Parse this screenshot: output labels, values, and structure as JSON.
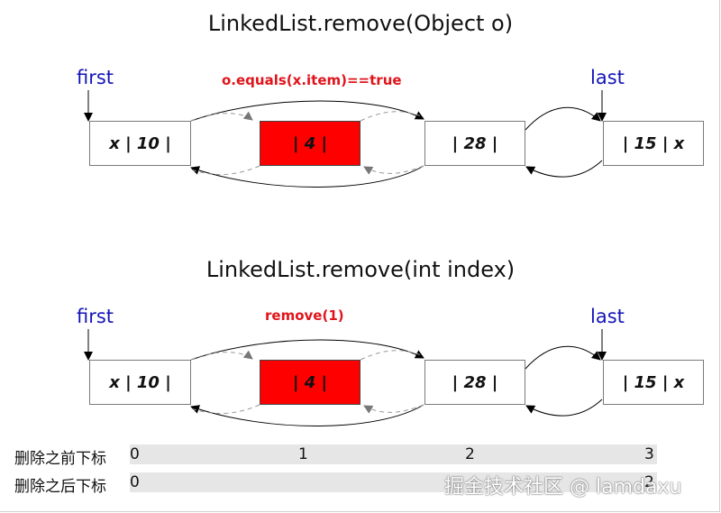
{
  "diagrams": [
    {
      "title": "LinkedList.remove(Object o)",
      "first_label": "first",
      "last_label": "last",
      "note": "o.equals(x.item)==true",
      "nodes": [
        "x | 10 |",
        "| 4 |",
        "| 28 |",
        "| 15 | x"
      ]
    },
    {
      "title": "LinkedList.remove(int index)",
      "first_label": "first",
      "last_label": "last",
      "note": "remove(1)",
      "nodes": [
        "x | 10 |",
        "| 4 |",
        "| 28 |",
        "| 15 | x"
      ]
    }
  ],
  "index_rows": [
    {
      "label": "删除之前下标",
      "indices": [
        "0",
        "1",
        "2",
        "3"
      ]
    },
    {
      "label": "删除之后下标",
      "indices": [
        "0",
        "",
        "",
        "2"
      ]
    }
  ],
  "watermark": "掘金技术社区 @ lamdaxu",
  "colors": {
    "pointer_label": "#1515b8",
    "note": "#e0141b",
    "removed_node": "#ff0000"
  }
}
